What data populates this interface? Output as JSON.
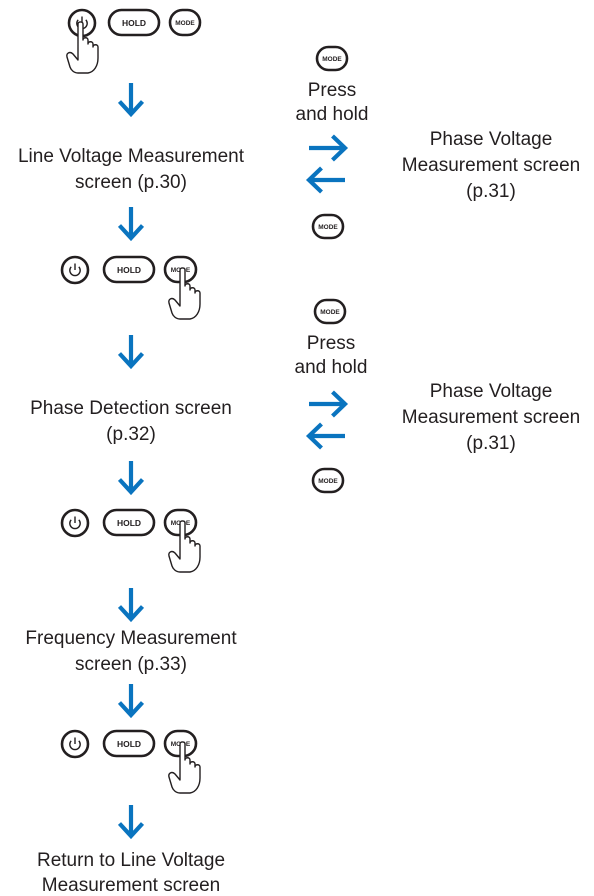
{
  "buttons": {
    "hold": "HOLD",
    "mode": "MODE"
  },
  "steps": {
    "line_voltage": [
      "Line Voltage Measurement",
      "screen (p.30)"
    ],
    "phase_detection": [
      "Phase Detection screen",
      "(p.32)"
    ],
    "frequency": [
      "Frequency Measurement",
      "screen (p.33)"
    ],
    "return": [
      "Return to Line Voltage",
      "Measurement screen"
    ]
  },
  "side": {
    "press_and_hold": [
      "Press",
      "and hold"
    ],
    "phase_voltage": [
      "Phase Voltage",
      "Measurement screen",
      "(p.31)"
    ]
  },
  "colors": {
    "arrow": "#0a74bf",
    "ink": "#231f20"
  },
  "icons": [
    "power-icon",
    "pointing-hand-icon",
    "down-arrow-icon",
    "right-arrow-icon",
    "left-arrow-icon"
  ]
}
